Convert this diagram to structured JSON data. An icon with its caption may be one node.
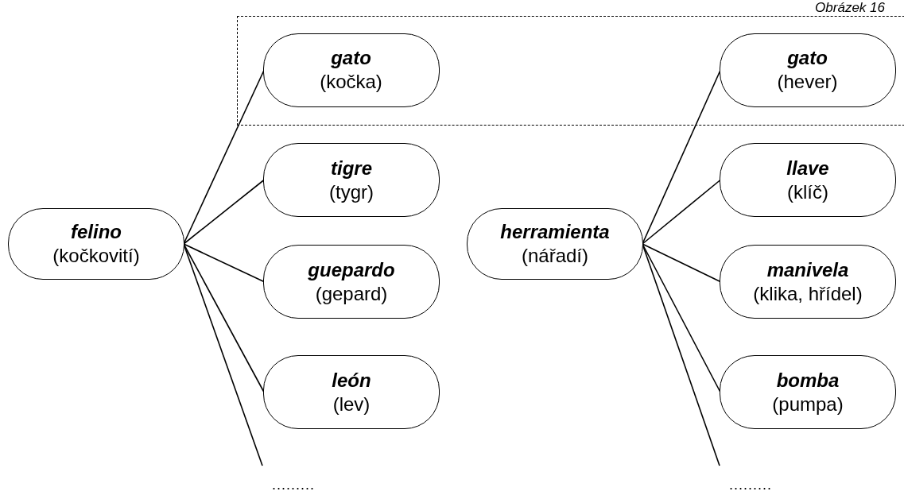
{
  "diagram": {
    "nodes": [
      {
        "text": [],
        "shape": "box"
      },
      {
        "text": [
          "gato",
          "(kočka)"
        ],
        "in": 0
      },
      {
        "text": [
          "gato",
          "(hever)"
        ],
        "in": 0
      },
      {
        "text": [
          "felino",
          "(kočkovití)"
        ]
      },
      {
        "text": [
          "tigre",
          "(tygr)"
        ]
      },
      {
        "text": [
          "guepardo",
          "(gepard)"
        ]
      },
      {
        "text": [
          "león",
          "(lev)"
        ]
      },
      {
        "text": [
          "........."
        ]
      },
      {
        "text": [
          "herramienta",
          "(nářadí)"
        ]
      },
      {
        "text": [
          "llave",
          "(klíč)"
        ]
      },
      {
        "text": [
          "manivela",
          "(klika, hřídel)"
        ]
      },
      {
        "text": [
          "bomba",
          "(pumpa)"
        ]
      },
      {
        "text": [
          "........."
        ]
      }
    ],
    "edges": [
      {
        "from": 3,
        "to": 1,
        "arrow": "none"
      },
      {
        "from": 3,
        "to": 4,
        "arrow": "none"
      },
      {
        "from": 3,
        "to": 5,
        "arrow": "none"
      },
      {
        "from": 3,
        "to": 6,
        "arrow": "none"
      },
      {
        "from": 3,
        "to": 7,
        "arrow": "none"
      },
      {
        "from": 8,
        "to": 2,
        "arrow": "none"
      },
      {
        "from": 8,
        "to": 9,
        "arrow": "none"
      },
      {
        "from": 8,
        "to": 10,
        "arrow": "none"
      },
      {
        "from": 8,
        "to": 11,
        "arrow": "none"
      },
      {
        "from": 8,
        "to": 12,
        "arrow": "none"
      }
    ],
    "labels": [
      "Obrázek 16"
    ]
  }
}
